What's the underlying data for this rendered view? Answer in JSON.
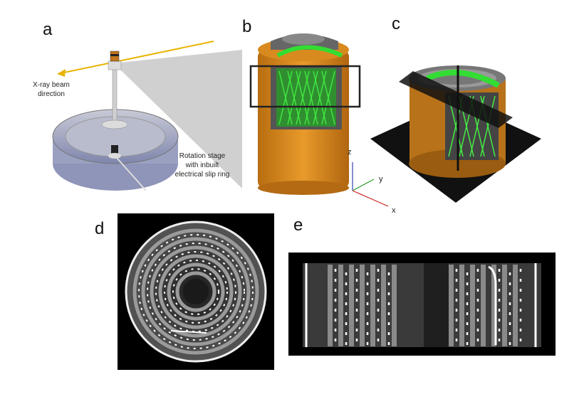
{
  "panels": {
    "a": "a",
    "b": "b",
    "c": "c",
    "d": "d",
    "e": "e"
  },
  "panel_a": {
    "beam_label_line1": "X-ray beam",
    "beam_label_line2": "direction",
    "stage_label_line1": "Rotation stage",
    "stage_label_line2": "with inbuilt",
    "stage_label_line3": "electrical slip ring"
  },
  "axes": {
    "z": "z",
    "y": "y",
    "x": "x"
  },
  "colors": {
    "cell_orange": "#d98a1e",
    "electrode_green": "#33dd33",
    "beam_yellow": "#e8b400",
    "stage_blue": "#8f95b8"
  }
}
